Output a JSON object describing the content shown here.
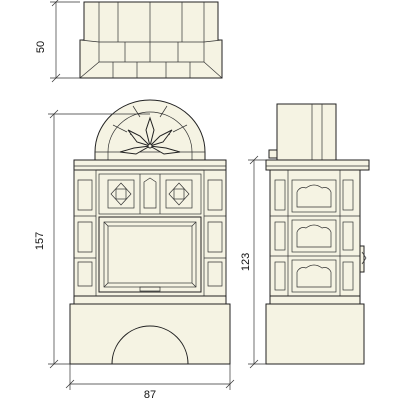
{
  "dimensions": {
    "top_depth": "50",
    "front_height": "157",
    "front_width": "87",
    "side_height": "123"
  },
  "colors": {
    "tile_fill": "#f5f3e3",
    "line": "#222222"
  }
}
